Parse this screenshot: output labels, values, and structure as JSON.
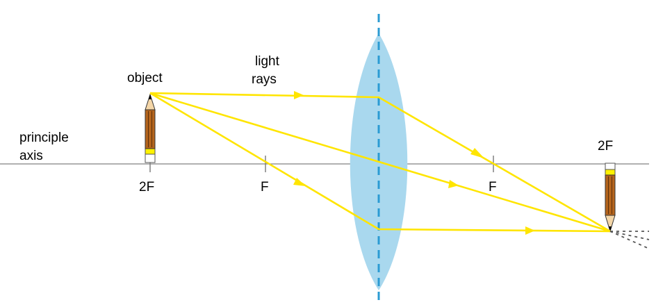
{
  "labels": {
    "object": "object",
    "light": "light",
    "rays": "rays",
    "principle": "principle",
    "axis": "axis",
    "focal_2f_left": "2F",
    "focal_f_left": "F",
    "focal_f_right": "F",
    "focal_2f_right": "2F"
  },
  "colors": {
    "ray": "#FFE500",
    "lens_fill": "#A9D8EE",
    "lens_centre_line": "#2B9BD3",
    "axis": "#808080",
    "pencil_body": "#B5651D",
    "pencil_stripe": "#5A2E0A",
    "eraser_band": "#FFF200"
  }
}
